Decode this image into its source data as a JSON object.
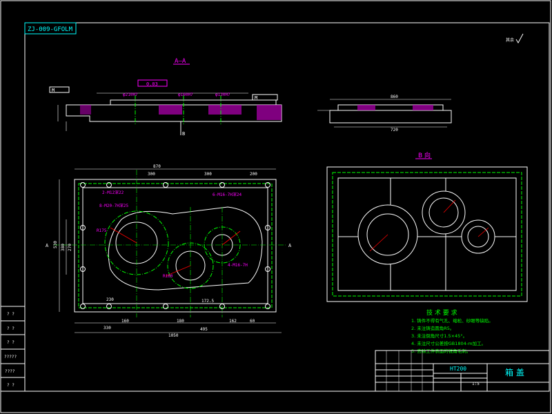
{
  "drawing_code": "ZJ-009-GFOLM",
  "roughness_note": "其余",
  "section_aa_label": "A—A",
  "view_b_label": "B 向",
  "arrow_b_label": "B",
  "arrow_a_label": "A",
  "section_callouts": {
    "tol_box": "0.03",
    "dia_left": "φ210H7",
    "dia_mid": "φ160H7",
    "dia_right": "φ130H7",
    "datum_box": "M"
  },
  "plan_dims": {
    "top_total": "870",
    "top_segments": [
      "300",
      "300",
      "200"
    ],
    "bottom_total": "1050",
    "bottom_segments": [
      "330",
      "160",
      "180",
      "162",
      "60"
    ],
    "bottom_mid": "495",
    "left_height": "530",
    "left_inner": "380",
    "left_third": "270",
    "callout_1": "2-M12深22",
    "callout_2": "8-M20-7H深25",
    "callout_3": "6-M16-7H深24",
    "callout_4": "4-M16-7H",
    "radius_1": "R175",
    "radius_2": "R160",
    "dim_230": "230",
    "dim_1725": "172.5"
  },
  "right_view_dims": {
    "top": "860",
    "bottom": "720"
  },
  "tech_title": "技 术 要 求",
  "tech_lines": [
    "1. 铸件不得有气孔、缩松、砂眼等缺陷。",
    "2. 未注铸造圆角R5。",
    "3. 未注倒角尺寸1.5×45°。",
    "4. 未注尺寸公差按GB1804-m加工。",
    "5. 去除工件表面的锐角毛刺。"
  ],
  "title_block": {
    "material": "HT200",
    "part_name": "箱 盖",
    "scale": "1:5"
  },
  "left_strip": [
    "? ?",
    "? ?",
    "? ?",
    "?????",
    "????",
    "? ?"
  ]
}
